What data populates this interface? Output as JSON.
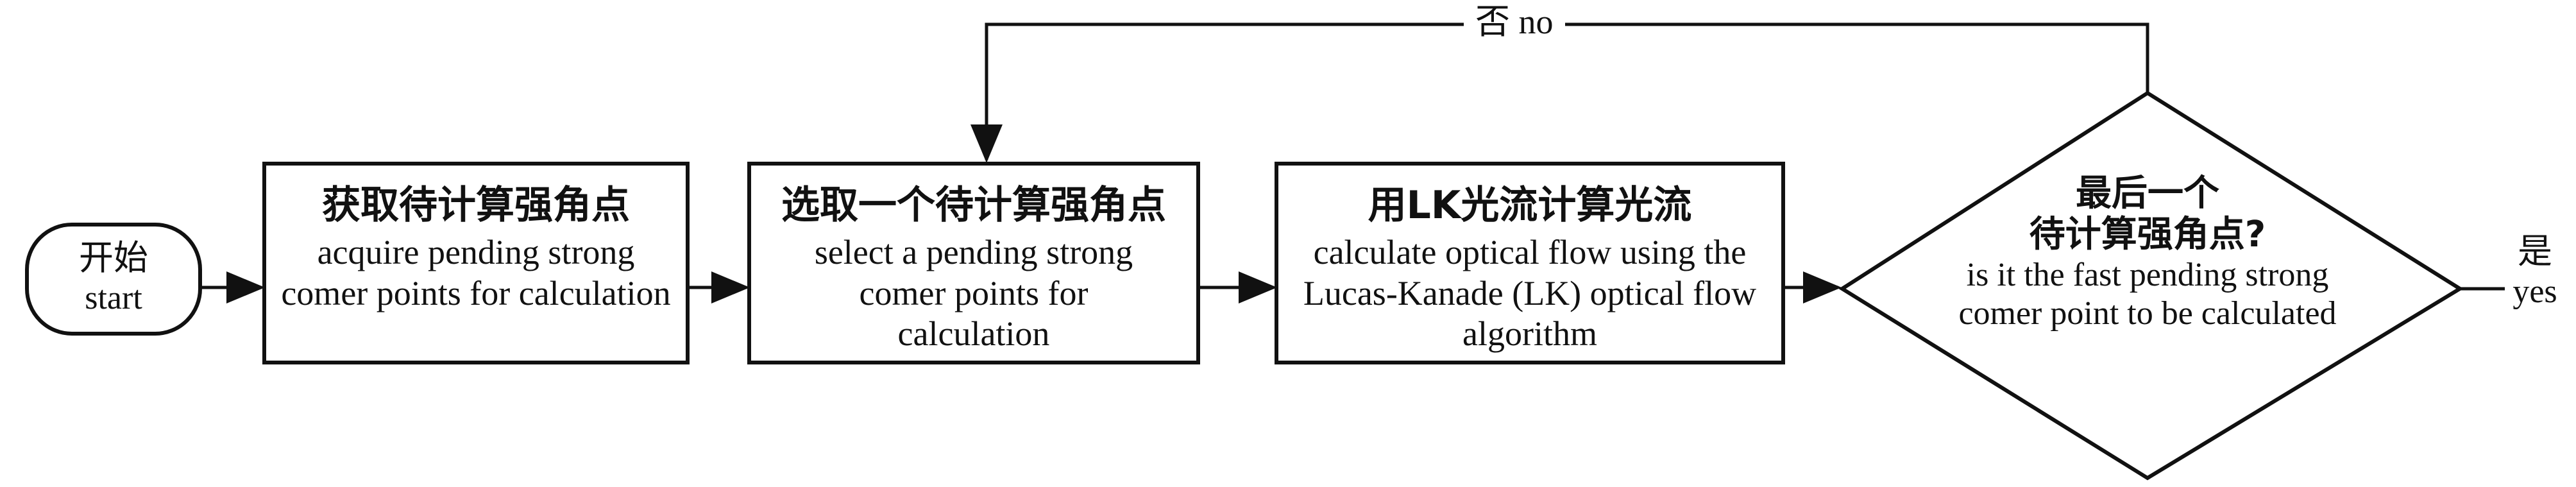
{
  "nodes": {
    "start": {
      "zh": "开始",
      "en": "start"
    },
    "acquire": {
      "zh": "获取待计算强角点",
      "en": "acquire pending strong comer points for calculation"
    },
    "select": {
      "zh": "选取一个待计算强角点",
      "en": "select a pending strong comer points for calculation"
    },
    "flow": {
      "zh": "用LK光流计算光流",
      "en": "calculate optical flow using the Lucas-Kanade (LK) optical flow algorithm"
    },
    "decision": {
      "zh_line1": "最后一个",
      "zh_line2": "待计算强角点?",
      "en": "is it the fast pending strong comer point to be calculated"
    }
  },
  "edges": {
    "no": {
      "zh": "否",
      "en": "no"
    },
    "yes": {
      "zh": "是",
      "en": "yes"
    }
  }
}
